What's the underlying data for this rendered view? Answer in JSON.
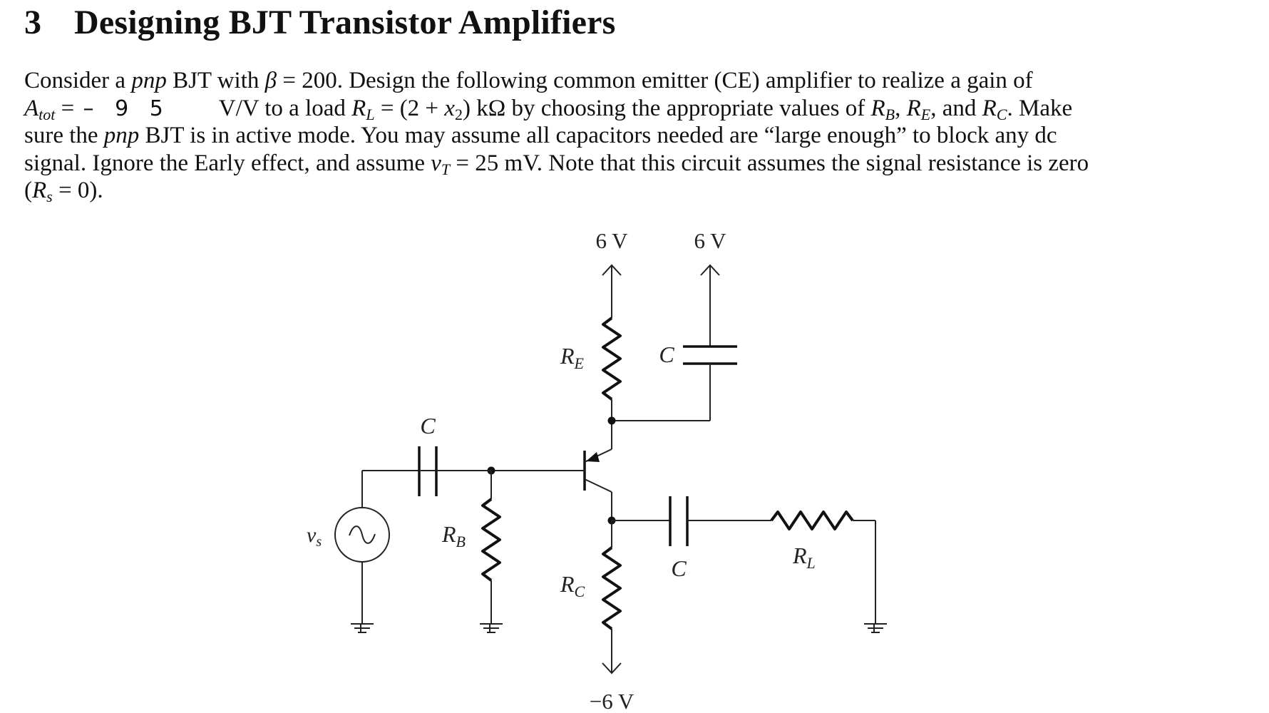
{
  "section": {
    "number": "3",
    "title": "Designing BJT Transistor Amplifiers"
  },
  "problem": {
    "l1_a": "Consider a ",
    "pnp": "pnp",
    "l1_b": " BJT with ",
    "beta": "β",
    "l1_c": " = 200. Design the following common emitter (CE) amplifier to realize a gain of",
    "a_sym": "A",
    "a_sub": "tot",
    "eq": " = ",
    "handwritten_gain": "– 9 5",
    "l2_a": "V/V to a load ",
    "rl_sym": "R",
    "rl_sub": "L",
    "l2_b": " = (2 + ",
    "x_sym": "x",
    "x_sub": "2",
    "l2_c": ") kΩ by choosing the appropriate values of ",
    "rb_sym": "R",
    "rb_sub": "B",
    "comma": ", ",
    "re_sym": "R",
    "re_sub": "E",
    "and": ", and ",
    "rc_sym": "R",
    "rc_sub": "C",
    "l2_d": ". Make",
    "l3_a": "sure the ",
    "l3_b": " BJT is in active mode. You may assume all capacitors needed are “large enough” to block any dc",
    "l4_a": "signal. Ignore the Early effect, and assume ",
    "vt_sym": "v",
    "vt_sub": "T",
    "l4_b": " = 25 mV. Note that this circuit assumes the signal resistance is zero",
    "l5_a": "(",
    "rs_sym": "R",
    "rs_sub": "s",
    "l5_b": " = 0)."
  },
  "circuit": {
    "supply_emitter": "6 V",
    "supply_cap": "6 V",
    "supply_negative": "−6 V",
    "re_label": "R",
    "re_sub": "E",
    "rc_label": "R",
    "rc_sub": "C",
    "rb_label": "R",
    "rb_sub": "B",
    "rl_label": "R",
    "rl_sub": "L",
    "c_bypass": "C",
    "c_input": "C",
    "c_output": "C",
    "vs_label": "v",
    "vs_sub": "s"
  }
}
